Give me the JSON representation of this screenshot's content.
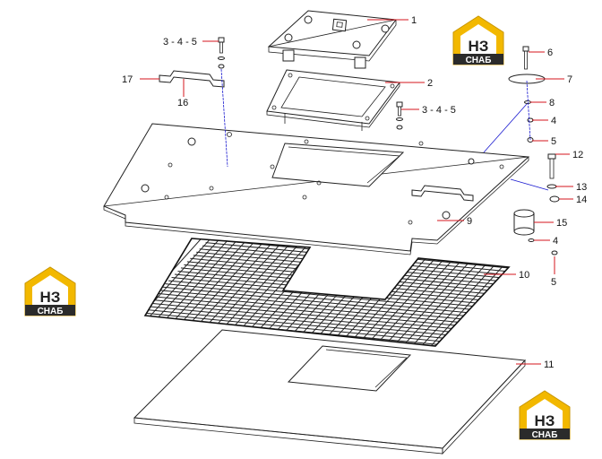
{
  "logo": {
    "letters": "НЗ",
    "word": "СНАБ",
    "accent": "#f2b800",
    "dark": "#2b2b2b"
  },
  "colors": {
    "leader": "#d4141c",
    "axis": "#1a1ad0"
  },
  "callouts": {
    "c1": "1",
    "c2": "2",
    "c345a": "3 - 4 - 5",
    "c345b": "3 - 4 - 5",
    "c6": "6",
    "c7": "7",
    "c8": "8",
    "c4a": "4",
    "c5a": "5",
    "c9": "9",
    "c10": "10",
    "c11": "11",
    "c12": "12",
    "c13": "13",
    "c14": "14",
    "c15": "15",
    "c4b": "4",
    "c5b": "5",
    "c16": "16",
    "c17": "17"
  }
}
